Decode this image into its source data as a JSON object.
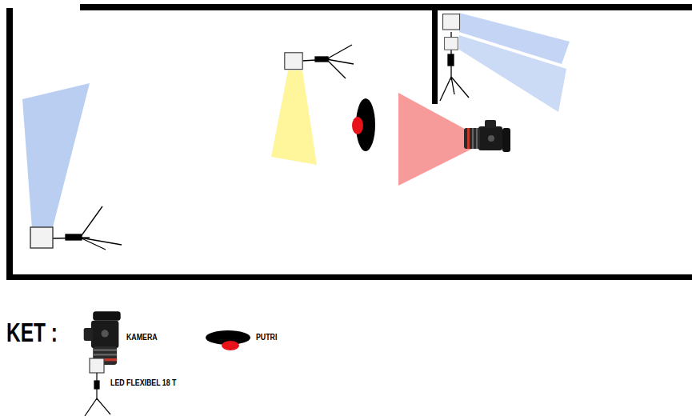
{
  "diagram": {
    "labels": [
      "KET :"
    ],
    "legend": [
      {
        "text": "KAMERA"
      },
      {
        "text": "PUTRI"
      },
      {
        "text": "LED FLEXIBEL 18 T"
      }
    ]
  }
}
